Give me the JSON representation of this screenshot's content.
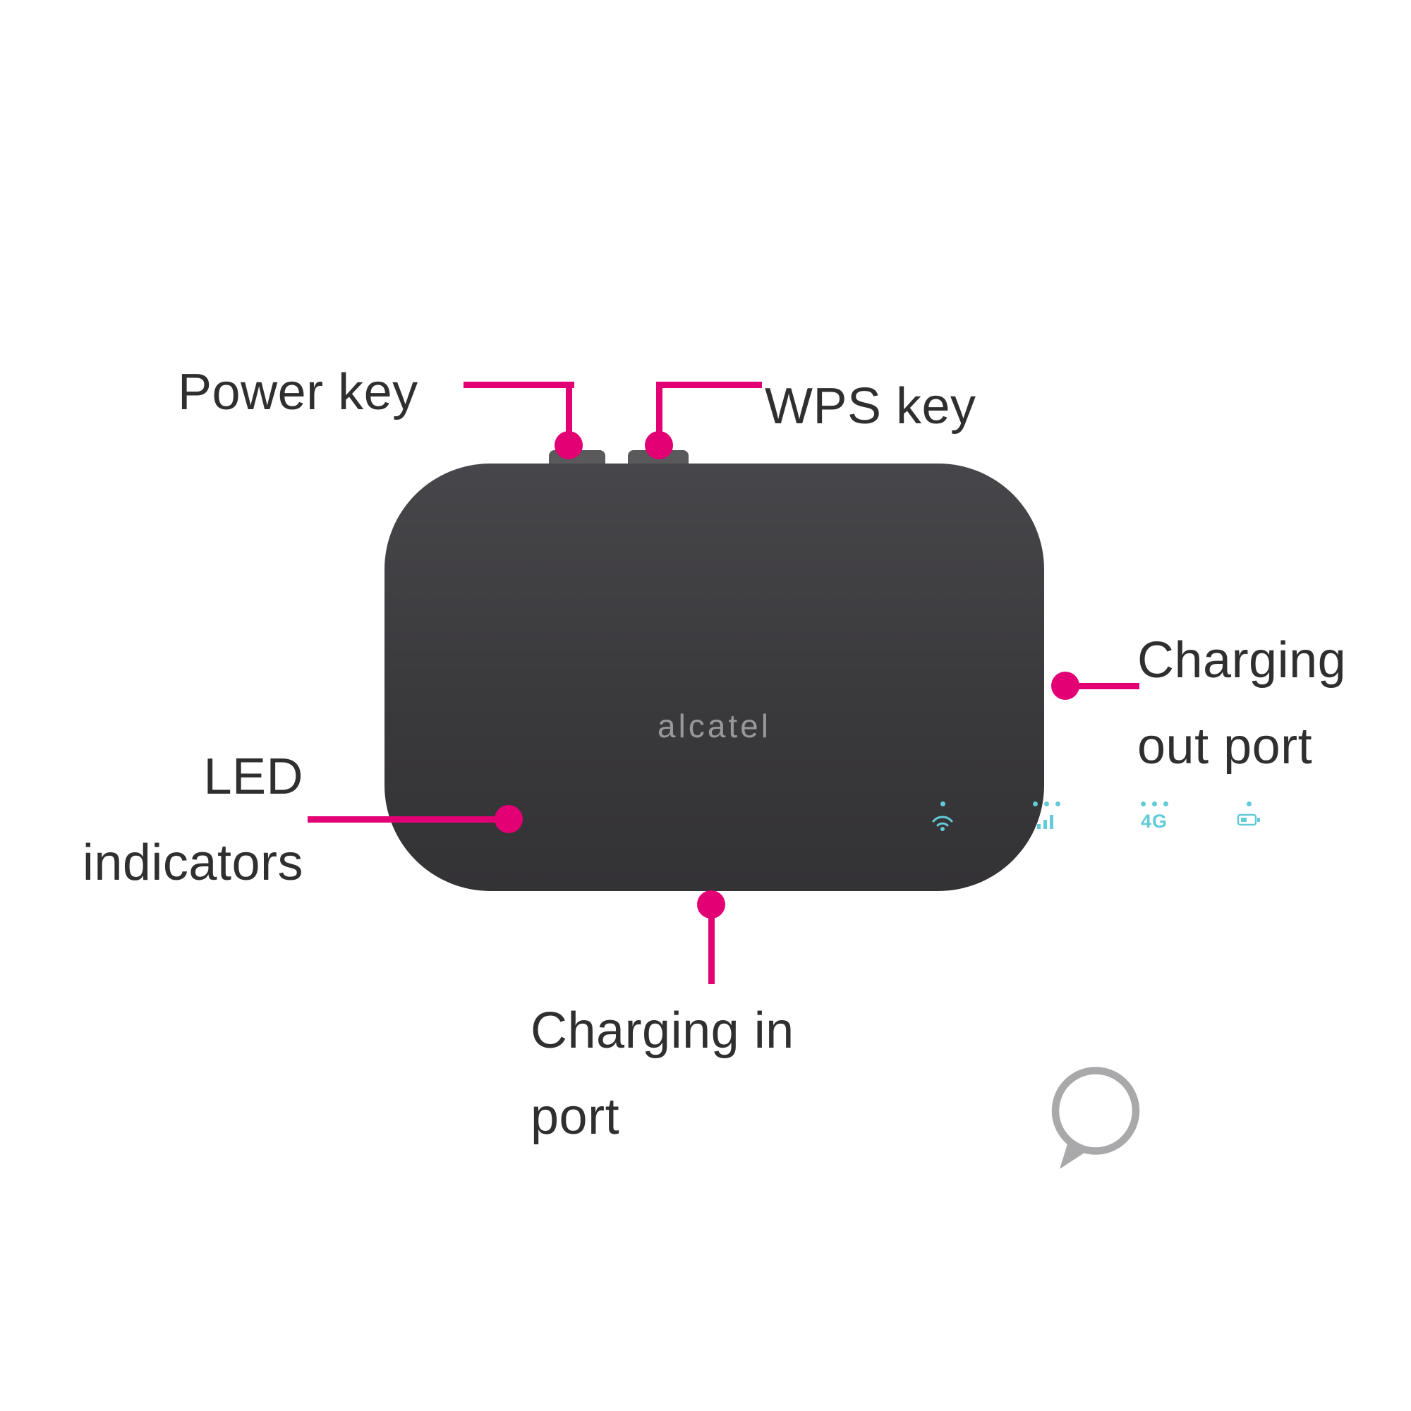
{
  "colors": {
    "background": "#ffffff",
    "callout_accent": "#e20074",
    "device_body": "#3a393c",
    "label_text": "#2f2f2f",
    "led_teal": "#62cbd8",
    "logo_gray": "#a9a9ab"
  },
  "callouts": {
    "power_key": "Power key",
    "wps_key": "WPS key",
    "charging_out_port": "Charging out port",
    "led_indicators": "LED indicators",
    "charging_in_port": "Charging in port"
  },
  "device": {
    "brand": "alcatel",
    "indicators": {
      "wifi": "wifi-icon",
      "signal": "signal-strength-icon",
      "network": "4G",
      "battery": "battery-icon"
    }
  }
}
